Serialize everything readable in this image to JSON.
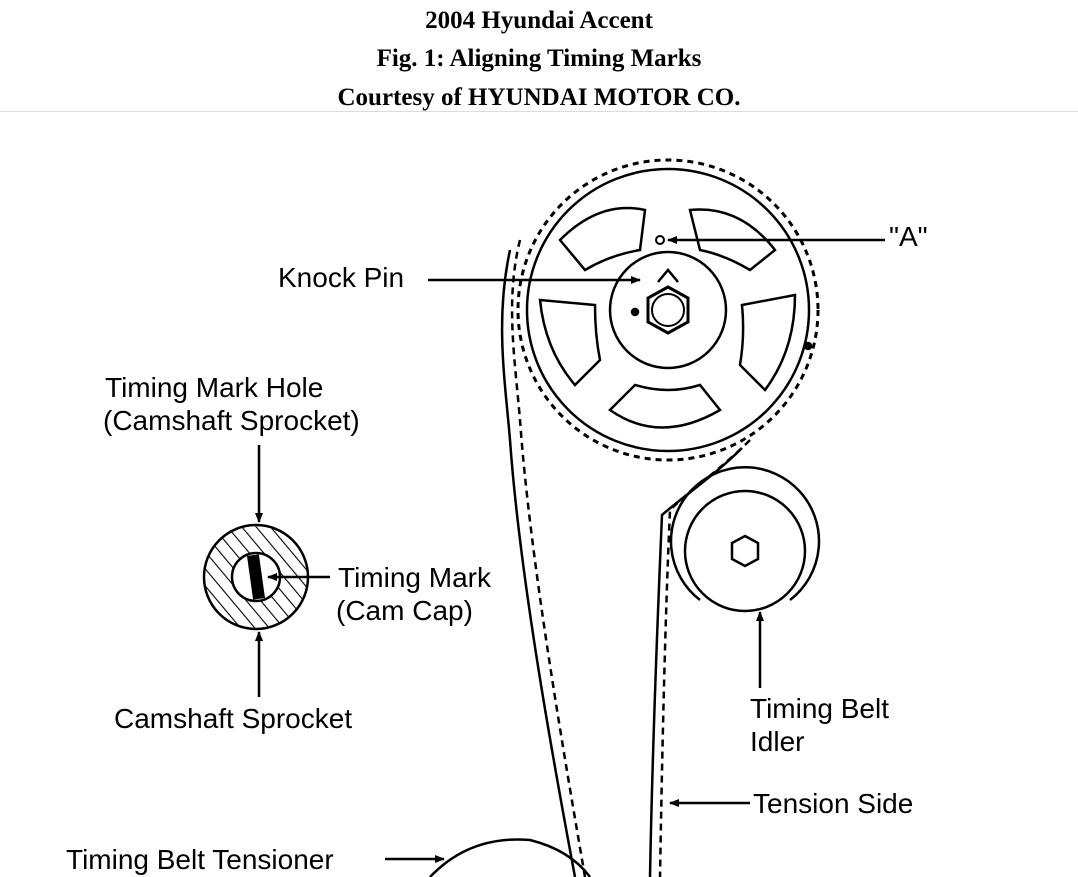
{
  "header": {
    "vehicle": "2004 Hyundai Accent",
    "figure_title": "Fig. 1: Aligning Timing Marks",
    "courtesy": "Courtesy of HYUNDAI MOTOR CO."
  },
  "labels": {
    "a_mark": "\"A\"",
    "knock_pin": "Knock Pin",
    "timing_mark_hole_1": "Timing Mark Hole",
    "timing_mark_hole_2": "(Camshaft Sprocket)",
    "timing_mark_1": "Timing Mark",
    "timing_mark_2": "(Cam Cap)",
    "camshaft_sprocket": "Camshaft Sprocket",
    "idler_1": "Timing Belt",
    "idler_2": "Idler",
    "tension_side": "Tension Side",
    "tensioner": "Timing Belt Tensioner"
  }
}
